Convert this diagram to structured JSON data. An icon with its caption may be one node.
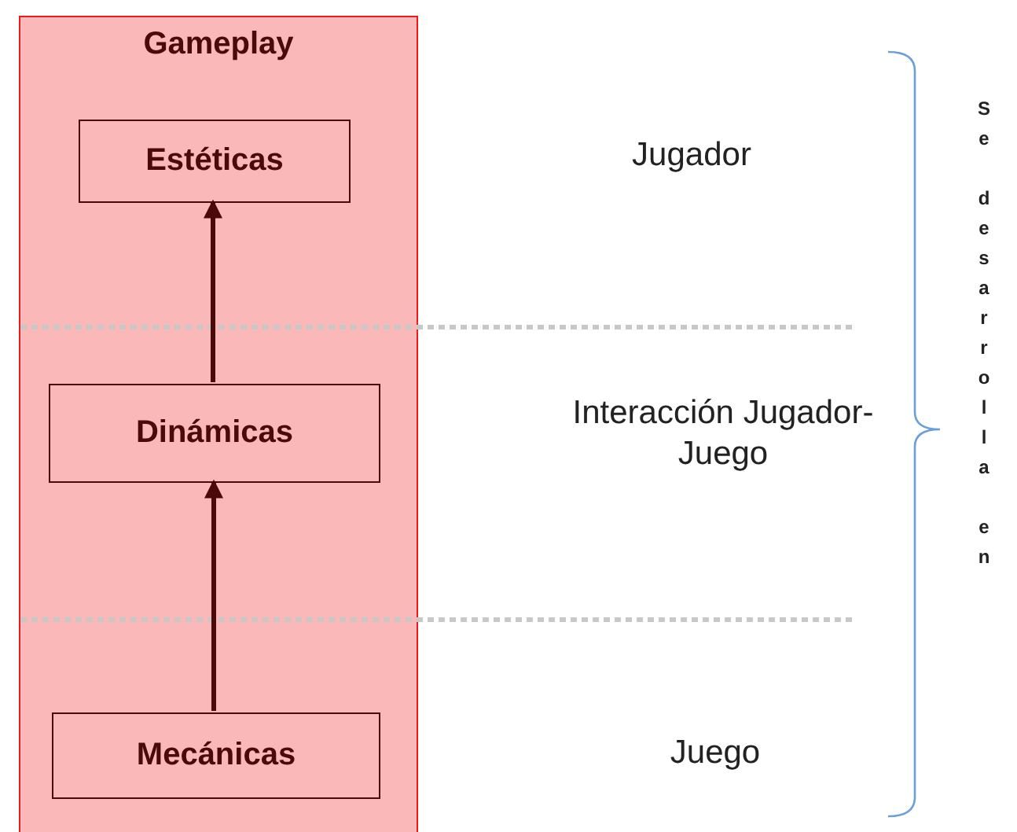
{
  "diagram": {
    "nodes": [
      {
        "text": [
          "Gameplay"
        ]
      },
      {
        "text": [
          "Estéticas"
        ],
        "in": 0
      },
      {
        "text": [
          "Dinámicas"
        ],
        "in": 0
      },
      {
        "text": [
          "Mecánicas"
        ],
        "in": 0
      }
    ],
    "edges": [
      {
        "from": 3,
        "to": 2,
        "arrow": "to"
      },
      {
        "from": 2,
        "to": 1,
        "arrow": "to"
      }
    ],
    "labels": [
      "Jugador",
      "Interacción Jugador-Juego",
      "Juego",
      "Se desarrolla en"
    ]
  }
}
